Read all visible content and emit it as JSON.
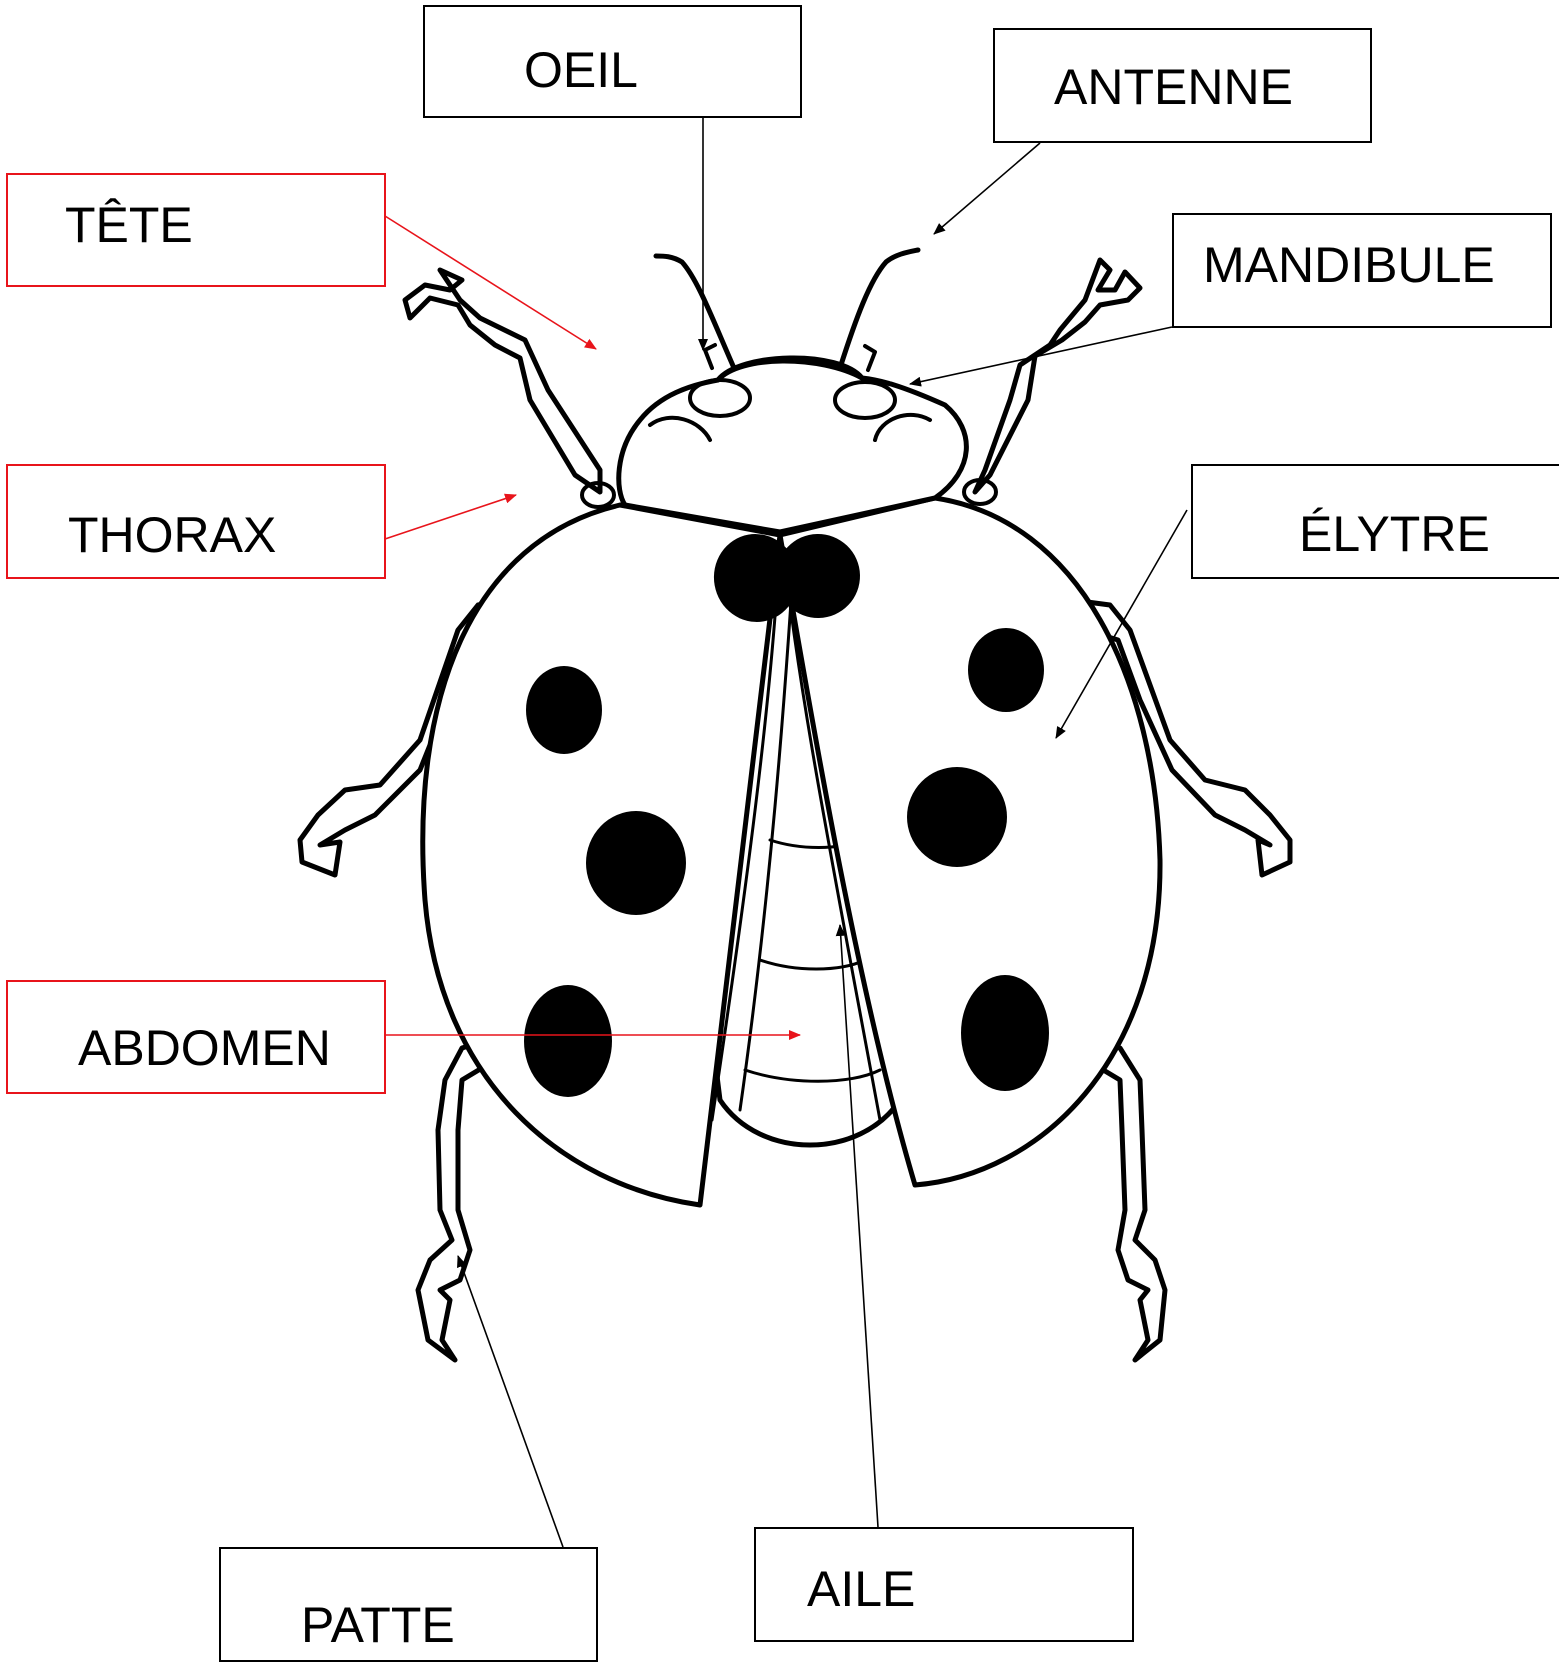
{
  "labels": {
    "oeil": "OEIL",
    "antenne": "ANTENNE",
    "tete": "TÊTE",
    "mandibule": "MANDIBULE",
    "thorax": "THORAX",
    "elytre": "ÉLYTRE",
    "abdomen": "ABDOMEN",
    "patte": "PATTE",
    "aile": "AILE"
  },
  "colors": {
    "body_part_label": "#e8141b",
    "detail_label": "#000000",
    "spot": "#000000"
  }
}
